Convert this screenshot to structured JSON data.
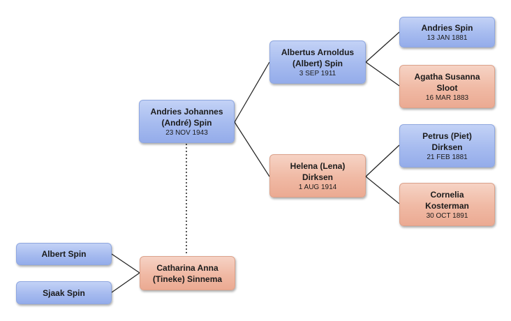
{
  "people": {
    "andre": {
      "name_line1": "Andries Johannes",
      "name_line2": "(André) Spin",
      "date": "23 NOV 1943"
    },
    "albert_father": {
      "name_line1": "Albertus Arnoldus",
      "name_line2": "(Albert) Spin",
      "date": "3 SEP 1911"
    },
    "lena": {
      "name_line1": "Helena (Lena)",
      "name_line2": "Dirksen",
      "date": "1 AUG 1914"
    },
    "andries_gf": {
      "name_line1": "Andries Spin",
      "date": "13 JAN 1881"
    },
    "agatha": {
      "name_line1": "Agatha Susanna",
      "name_line2": "Sloot",
      "date": "16 MAR 1883"
    },
    "piet": {
      "name_line1": "Petrus (Piet)",
      "name_line2": "Dirksen",
      "date": "21 FEB 1881"
    },
    "cornelia": {
      "name_line1": "Cornelia",
      "name_line2": "Kosterman",
      "date": "30 OCT 1891"
    },
    "tineke": {
      "name_line1": "Catharina Anna",
      "name_line2": "(Tineke) Sinnema"
    },
    "albert_child": {
      "name_line1": "Albert Spin"
    },
    "sjaak": {
      "name_line1": "Sjaak Spin"
    }
  },
  "colors": {
    "male_fill": "#a6bbef",
    "female_fill": "#f0b9a4",
    "connector": "#1f1f1f",
    "spouse_connector": "#555555"
  }
}
